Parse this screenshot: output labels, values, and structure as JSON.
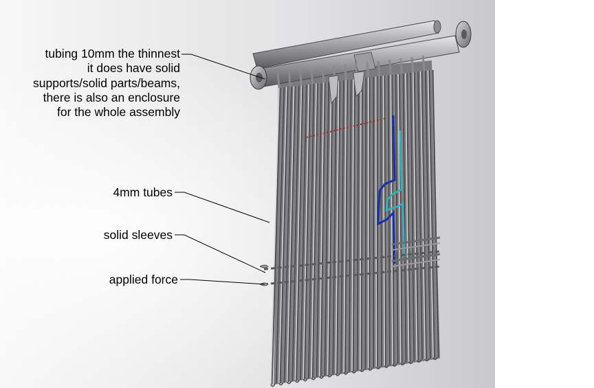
{
  "annotations": {
    "tubing_lines": [
      "tubing 10mm the thinnest",
      "it does have solid",
      "supports/solid parts/beams,",
      "there is also an enclosure",
      "for the whole assembly"
    ],
    "tubes": "4mm tubes",
    "sleeves": "solid sleeves",
    "force": "applied force"
  },
  "colors": {
    "tube_steel": "#8a8a8c",
    "tube_dark": "#4a4a4c",
    "tube_highlight": "#d4d4d6",
    "highlight_blue": "#1a2fb0",
    "highlight_cyan": "#2ab6c4",
    "highlight_red": "#b02020",
    "leader_line": "#000000"
  }
}
